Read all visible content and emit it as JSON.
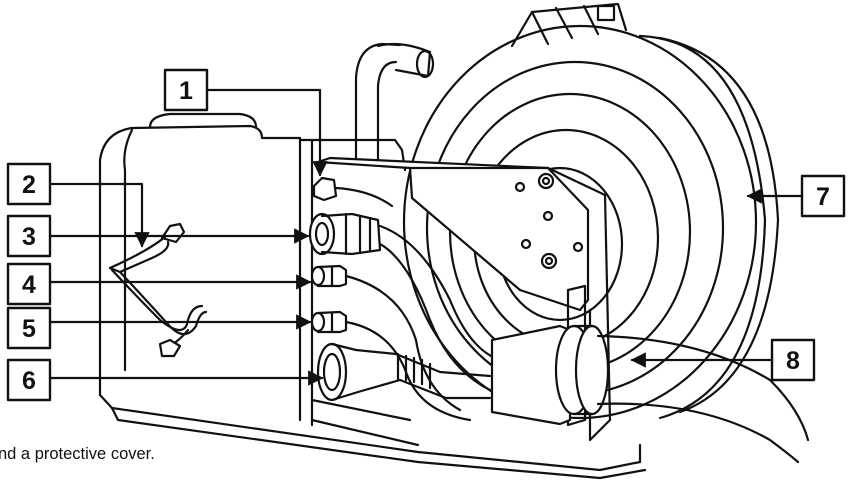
{
  "diagram": {
    "callouts": [
      {
        "id": "1",
        "label": "1"
      },
      {
        "id": "2",
        "label": "2"
      },
      {
        "id": "3",
        "label": "3"
      },
      {
        "id": "4",
        "label": "4"
      },
      {
        "id": "5",
        "label": "5"
      },
      {
        "id": "6",
        "label": "6"
      },
      {
        "id": "7",
        "label": "7"
      },
      {
        "id": "8",
        "label": "8"
      }
    ],
    "caption": "nd a protective cover."
  },
  "colors": {
    "line": "#111111",
    "background": "#ffffff"
  }
}
